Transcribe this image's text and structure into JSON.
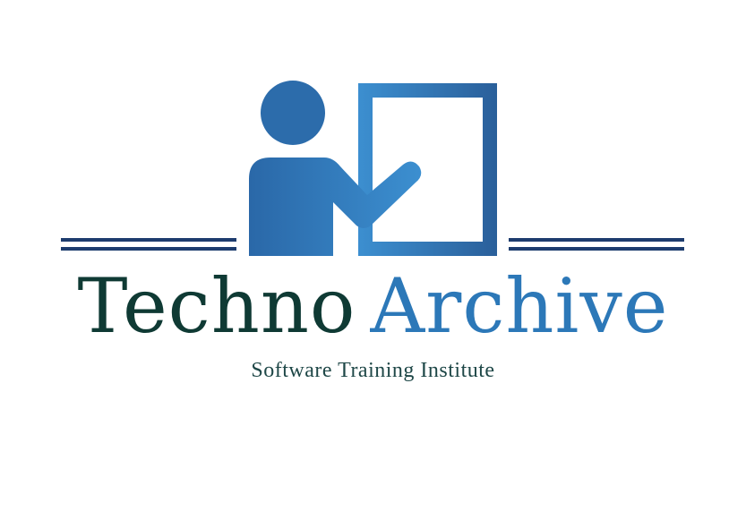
{
  "brand": {
    "name_part1": "Techno",
    "name_part2": "Archive",
    "tagline": "Software Training Institute"
  },
  "icons": {
    "main_icon": "presenter-at-board-icon"
  },
  "colors": {
    "dark_teal": "#0f3a34",
    "blue_light": "#3c8fd0",
    "blue_dark": "#1f3f72",
    "navy_rule": "#1d3c6e"
  }
}
